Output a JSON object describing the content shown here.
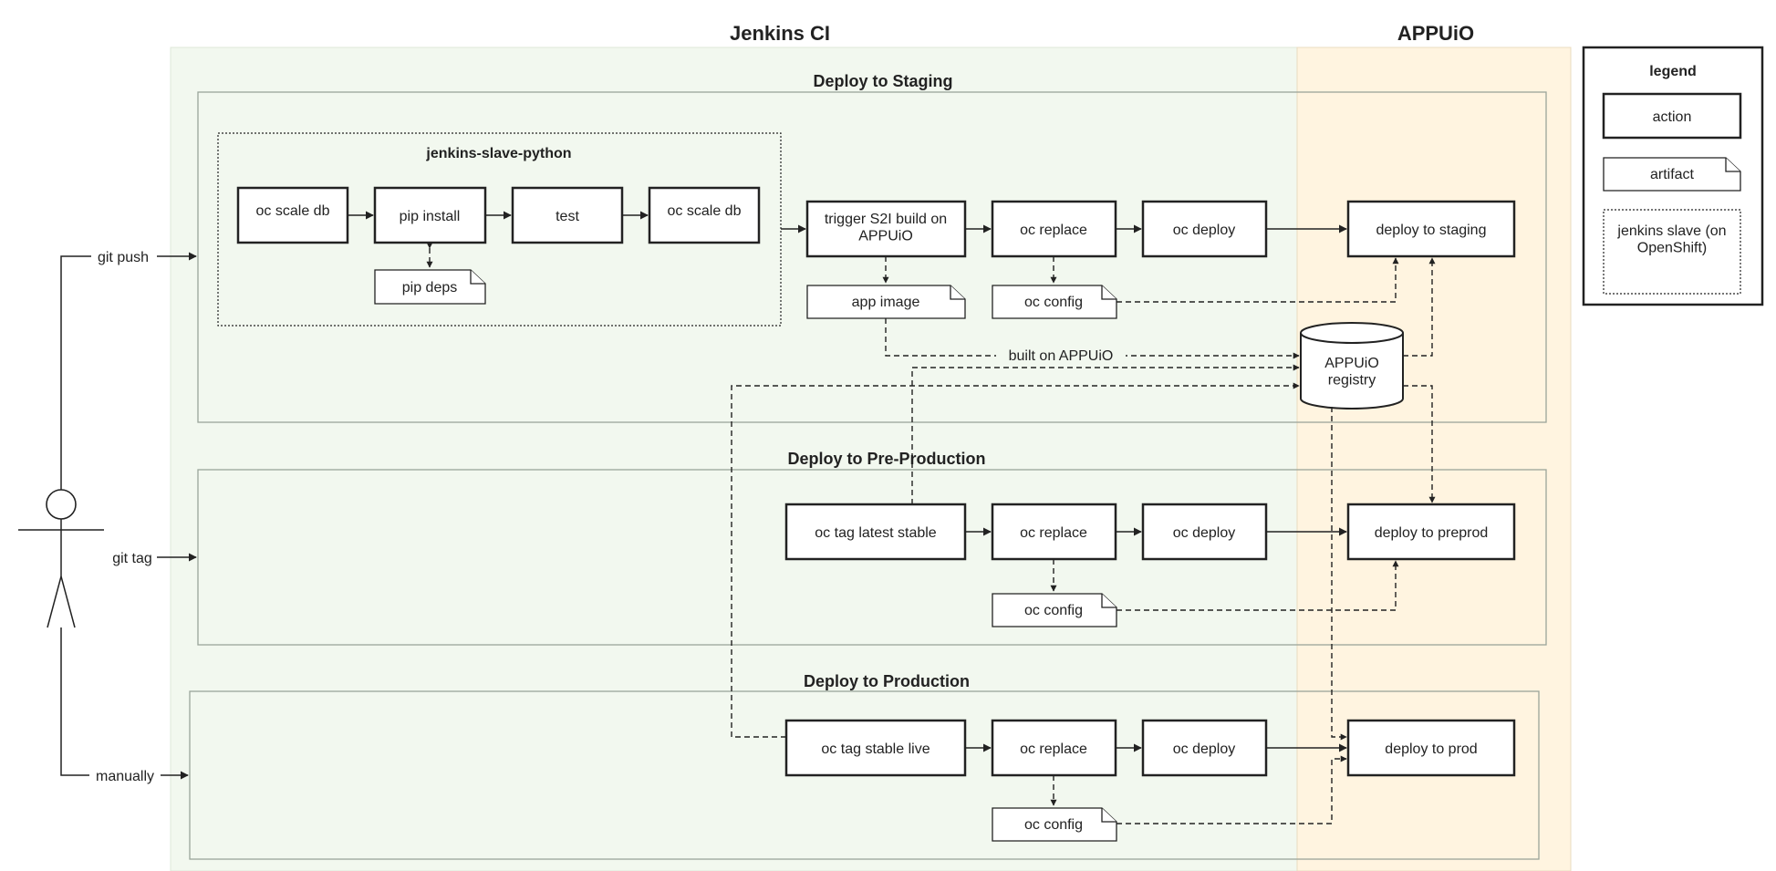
{
  "colors": {
    "jenkins_zone": "#f2f8ef",
    "appuio_zone": "#fff4e0",
    "line": "#222222",
    "frame": "#9aa59a"
  },
  "zones": {
    "jenkins": "Jenkins CI",
    "appuio": "APPUiO"
  },
  "stages": {
    "staging": "Deploy to Staging",
    "preprod": "Deploy to Pre-Production",
    "prod": "Deploy to Production"
  },
  "slave": {
    "title": "jenkins-slave-python",
    "steps": [
      "oc scale db",
      "pip install",
      "test",
      "oc scale db"
    ],
    "pip_deps": "pip deps"
  },
  "staging": {
    "trigger": "trigger S2I build on APPUiO",
    "replace": "oc replace",
    "deploy": "oc deploy",
    "target": "deploy to staging",
    "app_image": "app image",
    "config": "oc config",
    "built_on": "built on APPUiO"
  },
  "registry": "APPUiO registry",
  "preprod": {
    "tag": "oc tag latest stable",
    "replace": "oc replace",
    "deploy": "oc deploy",
    "target": "deploy to preprod",
    "config": "oc config"
  },
  "prod": {
    "tag": "oc tag stable live",
    "replace": "oc replace",
    "deploy": "oc deploy",
    "target": "deploy to prod",
    "config": "oc config"
  },
  "triggers": {
    "push": "git push",
    "tag": "git tag",
    "manual": "manually"
  },
  "legend": {
    "title": "legend",
    "action": "action",
    "artifact": "artifact",
    "slave": "jenkins slave (on OpenShift)"
  }
}
